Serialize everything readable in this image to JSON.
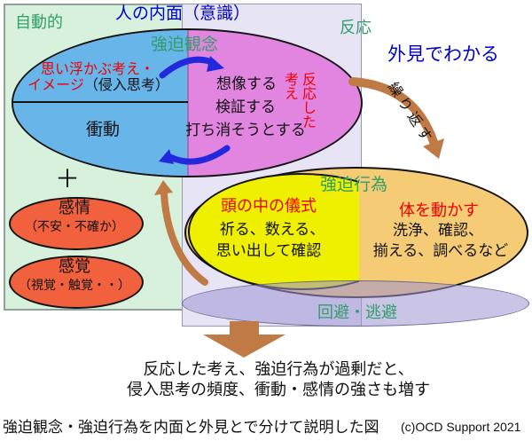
{
  "header": {
    "inner_title": "人の内面（意識）",
    "automatic": "自動的",
    "obsession_label": "強迫観念",
    "reaction_label": "反応",
    "outside_title": "外見でわかる"
  },
  "obsession_ellipse": {
    "intrusive_line1": "思い浮かぶ考え・",
    "intrusive_word": "イメージ",
    "intrusive_paren": "（侵入思考）",
    "urge": "衝動",
    "imagine": "想像する",
    "verify": "検証する",
    "cancel": "打ち消そうとする",
    "reacted_thought_vertical": "反応した考え"
  },
  "plus_sign": "＋",
  "emotion": {
    "title": "感情",
    "detail": "（不安・不確か）"
  },
  "sense": {
    "title": "感覚",
    "detail": "（視覚・触覚・・）"
  },
  "compulsion": {
    "label": "強迫行為",
    "mental_title": "頭の中の儀式",
    "mental_line1": "祈る、数える、",
    "mental_line2": "思い出して確認",
    "body_title": "体を動かす",
    "body_line1": "洗浄、確認、",
    "body_line2": "揃える、調べるなど"
  },
  "avoidance_label": "回避・逃避",
  "repeat_label": "繰り返す",
  "summary": {
    "line1": "反応した考え、強迫行為が過剰だと、",
    "line2": "侵入思考の頻度、衝動・感情の強さも増す"
  },
  "caption": "強迫観念・強迫行為を内面と外見とで分けて説明した図",
  "copyright": "(c)OCD Support 2021",
  "colors": {
    "automatic_region": "#d7f1dc",
    "reaction_region": "#e7e4f5",
    "obsession_blue": "#68b5ea",
    "obsession_magenta": "#e285e1",
    "compulsion_orange": "#f6cb75",
    "mental_yellow": "#eef000",
    "emotion_red": "#f2613e",
    "avoidance_lavender": "rgba(158,148,210,0.55)",
    "arrow_brown": "#c07a45",
    "arrow_blue": "#2328dc",
    "label_green": "#2f9e68",
    "title_blue": "#0000cc",
    "accent_red": "#ee0000"
  }
}
